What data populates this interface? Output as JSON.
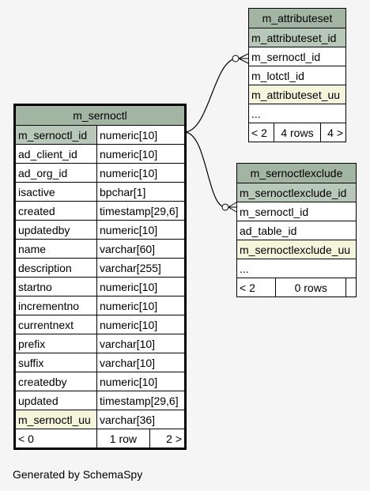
{
  "main_table": {
    "name": "m_sernoctl",
    "columns": [
      {
        "name": "m_sernoctl_id",
        "type": "numeric[10]",
        "kind": "pk"
      },
      {
        "name": "ad_client_id",
        "type": "numeric[10]",
        "kind": ""
      },
      {
        "name": "ad_org_id",
        "type": "numeric[10]",
        "kind": ""
      },
      {
        "name": "isactive",
        "type": "bpchar[1]",
        "kind": ""
      },
      {
        "name": "created",
        "type": "timestamp[29,6]",
        "kind": ""
      },
      {
        "name": "updatedby",
        "type": "numeric[10]",
        "kind": ""
      },
      {
        "name": "name",
        "type": "varchar[60]",
        "kind": ""
      },
      {
        "name": "description",
        "type": "varchar[255]",
        "kind": ""
      },
      {
        "name": "startno",
        "type": "numeric[10]",
        "kind": ""
      },
      {
        "name": "incrementno",
        "type": "numeric[10]",
        "kind": ""
      },
      {
        "name": "currentnext",
        "type": "numeric[10]",
        "kind": ""
      },
      {
        "name": "prefix",
        "type": "varchar[10]",
        "kind": ""
      },
      {
        "name": "suffix",
        "type": "varchar[10]",
        "kind": ""
      },
      {
        "name": "createdby",
        "type": "numeric[10]",
        "kind": ""
      },
      {
        "name": "updated",
        "type": "timestamp[29,6]",
        "kind": ""
      },
      {
        "name": "m_sernoctl_uu",
        "type": "varchar[36]",
        "kind": "uu"
      }
    ],
    "footer": {
      "left": "< 0",
      "mid": "1 row",
      "right": "2 >"
    }
  },
  "attr_table": {
    "name": "m_attributeset",
    "rows": [
      {
        "name": "m_attributeset_id",
        "kind": "pk"
      },
      {
        "name": "m_sernoctl_id",
        "kind": ""
      },
      {
        "name": "m_lotctl_id",
        "kind": ""
      },
      {
        "name": "m_attributeset_uu",
        "kind": "uu"
      },
      {
        "name": "...",
        "kind": ""
      }
    ],
    "footer": {
      "left": "< 2",
      "mid": "4 rows",
      "right": "4 >"
    }
  },
  "excl_table": {
    "name": "m_sernoctlexclude",
    "rows": [
      {
        "name": "m_sernoctlexclude_id",
        "kind": "pk"
      },
      {
        "name": "m_sernoctl_id",
        "kind": ""
      },
      {
        "name": "ad_table_id",
        "kind": ""
      },
      {
        "name": "m_sernoctlexclude_uu",
        "kind": "uu"
      },
      {
        "name": "...",
        "kind": ""
      }
    ],
    "footer": {
      "left": "< 2",
      "mid": "0 rows",
      "right": ""
    }
  },
  "generated_by": "Generated by SchemaSpy",
  "colors": {
    "header": "#a2b5a2",
    "pk": "#b8c8b8",
    "uu": "#f5f5dc",
    "background": "#f5f5f5"
  }
}
